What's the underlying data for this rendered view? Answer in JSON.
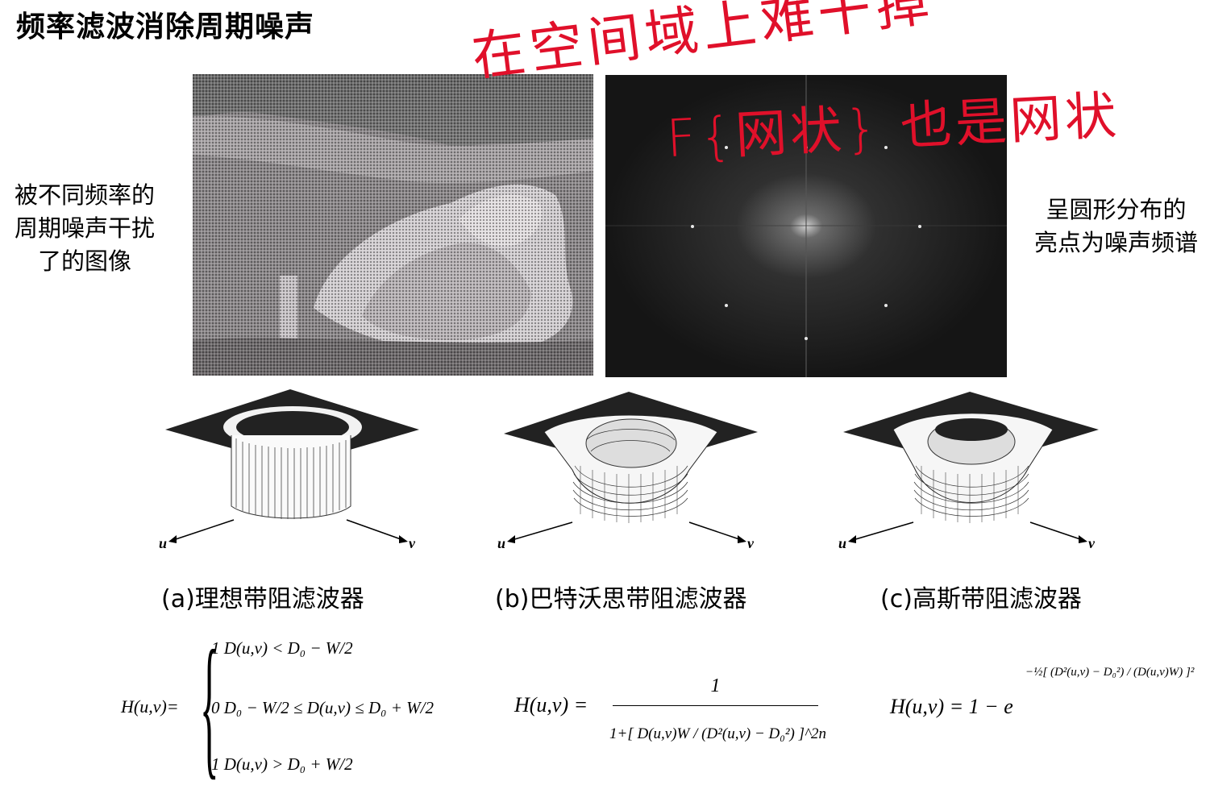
{
  "title": "频率滤波消除周期噪声",
  "left_note": [
    "被不同频率的",
    "周期噪声干扰",
    "了的图像"
  ],
  "right_note": [
    "呈圆形分布的",
    "亮点为噪声频谱"
  ],
  "handwriting": {
    "line1": "在空间域上难干掉",
    "line2": "F{网状} 也是网状",
    "color": "#e0102a"
  },
  "axis_labels": {
    "u": "u",
    "v": "v"
  },
  "captions": {
    "a": "(a)理想带阻滤波器",
    "b": "(b)巴特沃思带阻滤波器",
    "c": "(c)高斯带阻滤波器"
  },
  "formula_a": {
    "lhs": "H(u,v)=",
    "case1": "1  D(u,v) < D₀ − W/2",
    "case2": "0  D₀ − W/2 ≤ D(u,v) ≤ D₀ + W/2",
    "case3": "1  D(u,v) > D₀ + W/2"
  },
  "formula_b": {
    "lhs": "H(u,v) =",
    "numerator": "1",
    "denominator": "1+[ D(u,v)W / (D²(u,v) − D₀²) ]^2n"
  },
  "formula_c": {
    "lhs": "H(u,v) = 1 − e",
    "exponent": "−½[ (D²(u,v) − D₀²) / (D(u,v)W) ]²"
  }
}
